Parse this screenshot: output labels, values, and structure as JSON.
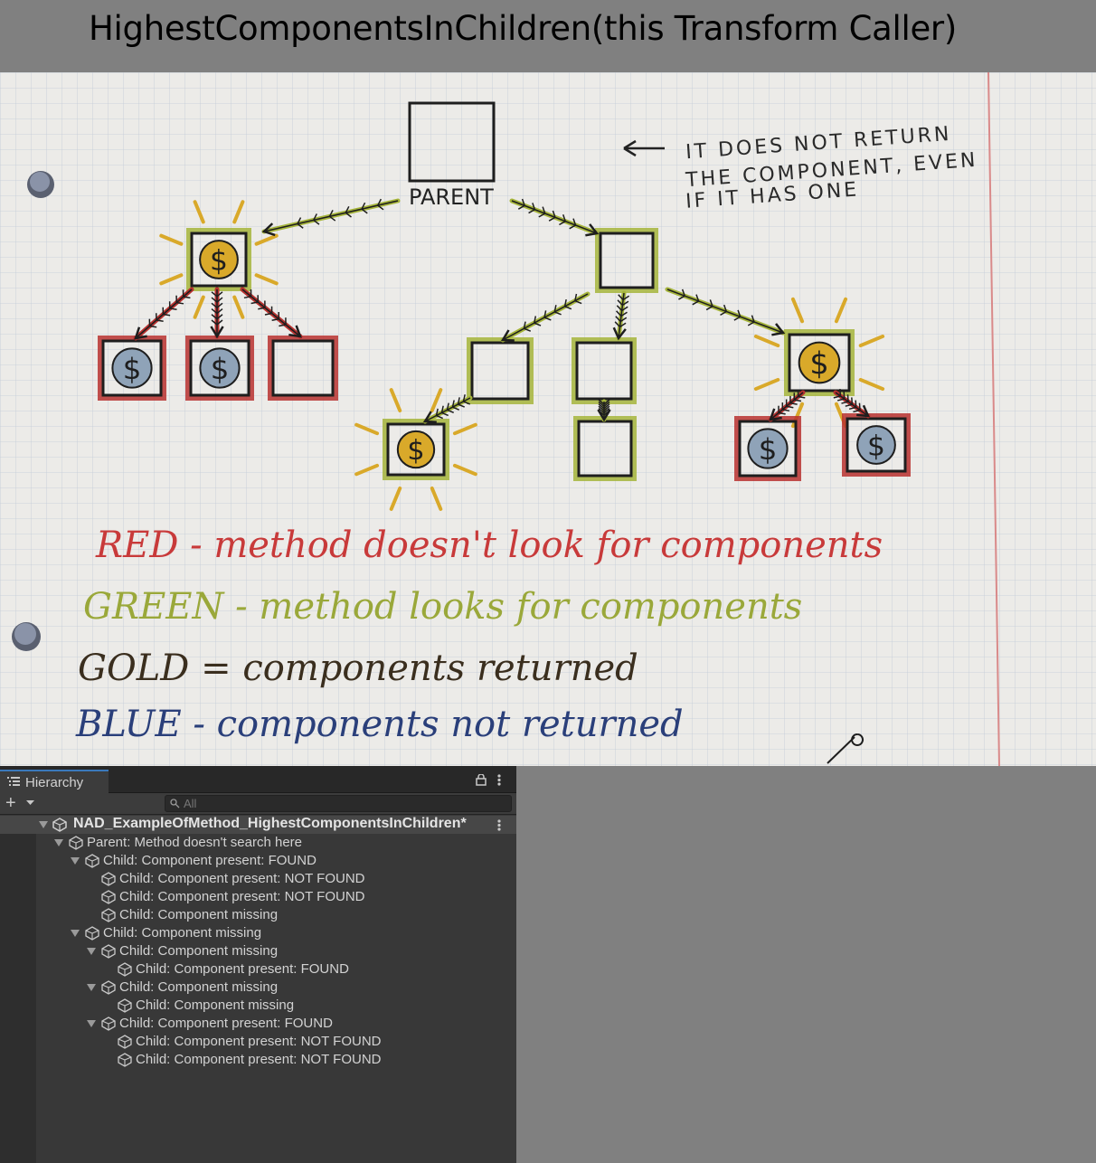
{
  "header": {
    "title": "HighestComponentsInChildren(this Transform Caller)"
  },
  "drawing": {
    "parent_label": "PARENT",
    "note_lines": [
      "IT DOES NOT RETURN",
      "THE COMPONENT, EVEN",
      "IF IT HAS ONE"
    ],
    "legend": [
      {
        "text": "RED - method doesn't look for components",
        "color": "#c83a3a"
      },
      {
        "text": "GREEN - method looks for components",
        "color": "#9aa83a"
      },
      {
        "text": "GOLD = components returned",
        "color": "#3a2e1e"
      },
      {
        "text": "BLUE - components not returned",
        "color": "#2a3f7a"
      }
    ],
    "colors": {
      "red": "#b8312f",
      "green": "#a6b53b",
      "gold": "#d9a92a",
      "blue": "#8fa3b8",
      "ink": "#1e1e1e"
    }
  },
  "hierarchy": {
    "tab_label": "Hierarchy",
    "add_label": "+",
    "search_placeholder": "All",
    "scene_name": "NAD_ExampleOfMethod_HighestComponentsInChildren*",
    "rows": [
      {
        "label": "Parent: Method doesn't search here",
        "depth": 1,
        "expanded": true
      },
      {
        "label": "Child: Component present: FOUND",
        "depth": 2,
        "expanded": true
      },
      {
        "label": "Child: Component present: NOT FOUND",
        "depth": 3,
        "expanded": null
      },
      {
        "label": "Child: Component present: NOT FOUND",
        "depth": 3,
        "expanded": null
      },
      {
        "label": "Child: Component missing",
        "depth": 3,
        "expanded": null
      },
      {
        "label": "Child: Component missing",
        "depth": 2,
        "expanded": true
      },
      {
        "label": "Child: Component missing",
        "depth": 3,
        "expanded": true
      },
      {
        "label": "Child: Component present: FOUND",
        "depth": 4,
        "expanded": null
      },
      {
        "label": "Child: Component missing",
        "depth": 3,
        "expanded": true
      },
      {
        "label": "Child: Component missing",
        "depth": 4,
        "expanded": null
      },
      {
        "label": "Child: Component present: FOUND",
        "depth": 3,
        "expanded": true
      },
      {
        "label": "Child: Component present: NOT FOUND",
        "depth": 4,
        "expanded": null
      },
      {
        "label": "Child: Component present: NOT FOUND",
        "depth": 4,
        "expanded": null
      }
    ]
  }
}
